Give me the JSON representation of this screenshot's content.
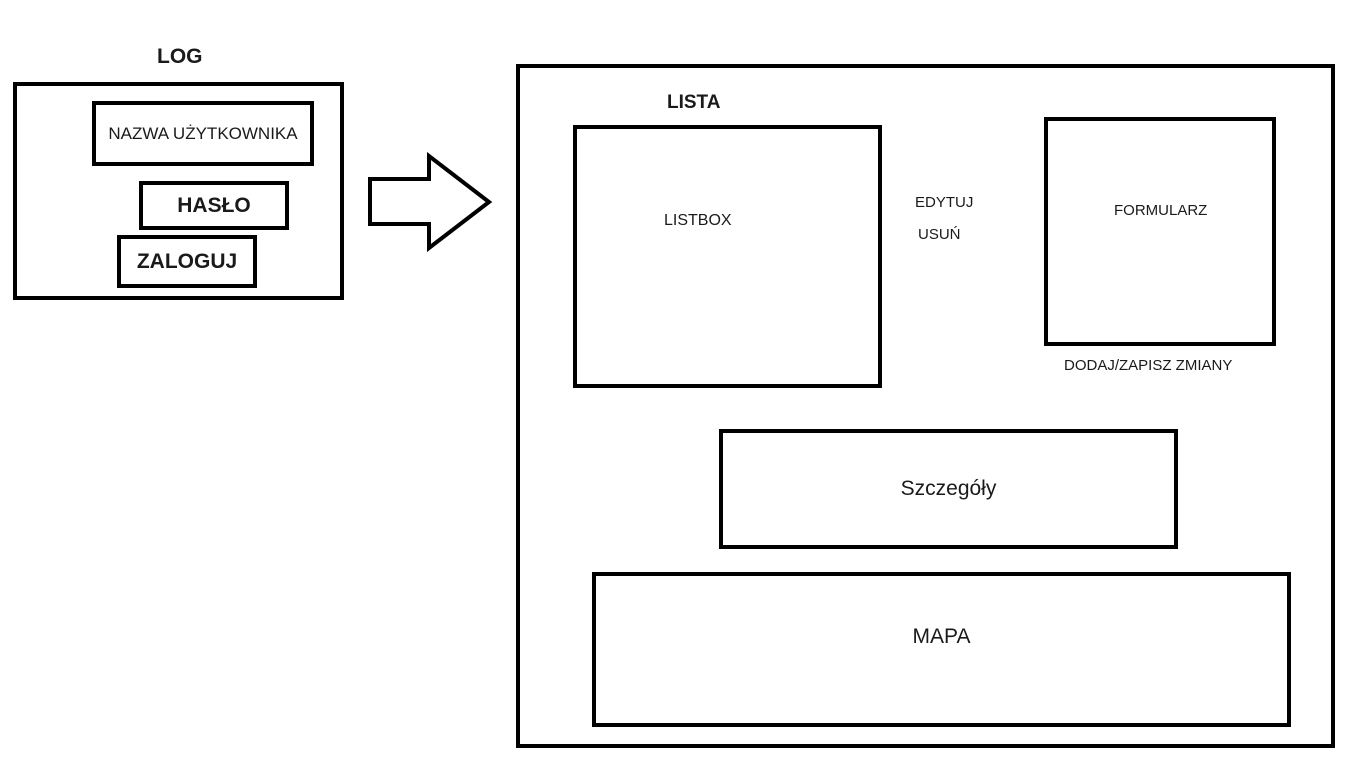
{
  "login": {
    "title": "LOG",
    "username_label": "NAZWA UŻYTKOWNIKA",
    "password_label": "HASŁO",
    "login_button": "ZALOGUJ"
  },
  "main": {
    "title": "LISTA",
    "listbox_label": "LISTBOX",
    "edit_label": "EDYTUJ",
    "delete_label": "USUŃ",
    "form_label": "FORMULARZ",
    "add_save_label": "DODAJ/ZAPISZ ZMIANY",
    "details_label": "Szczegóły",
    "map_label": "MAPA"
  },
  "arrow": {
    "icon": "arrow-right-icon"
  }
}
